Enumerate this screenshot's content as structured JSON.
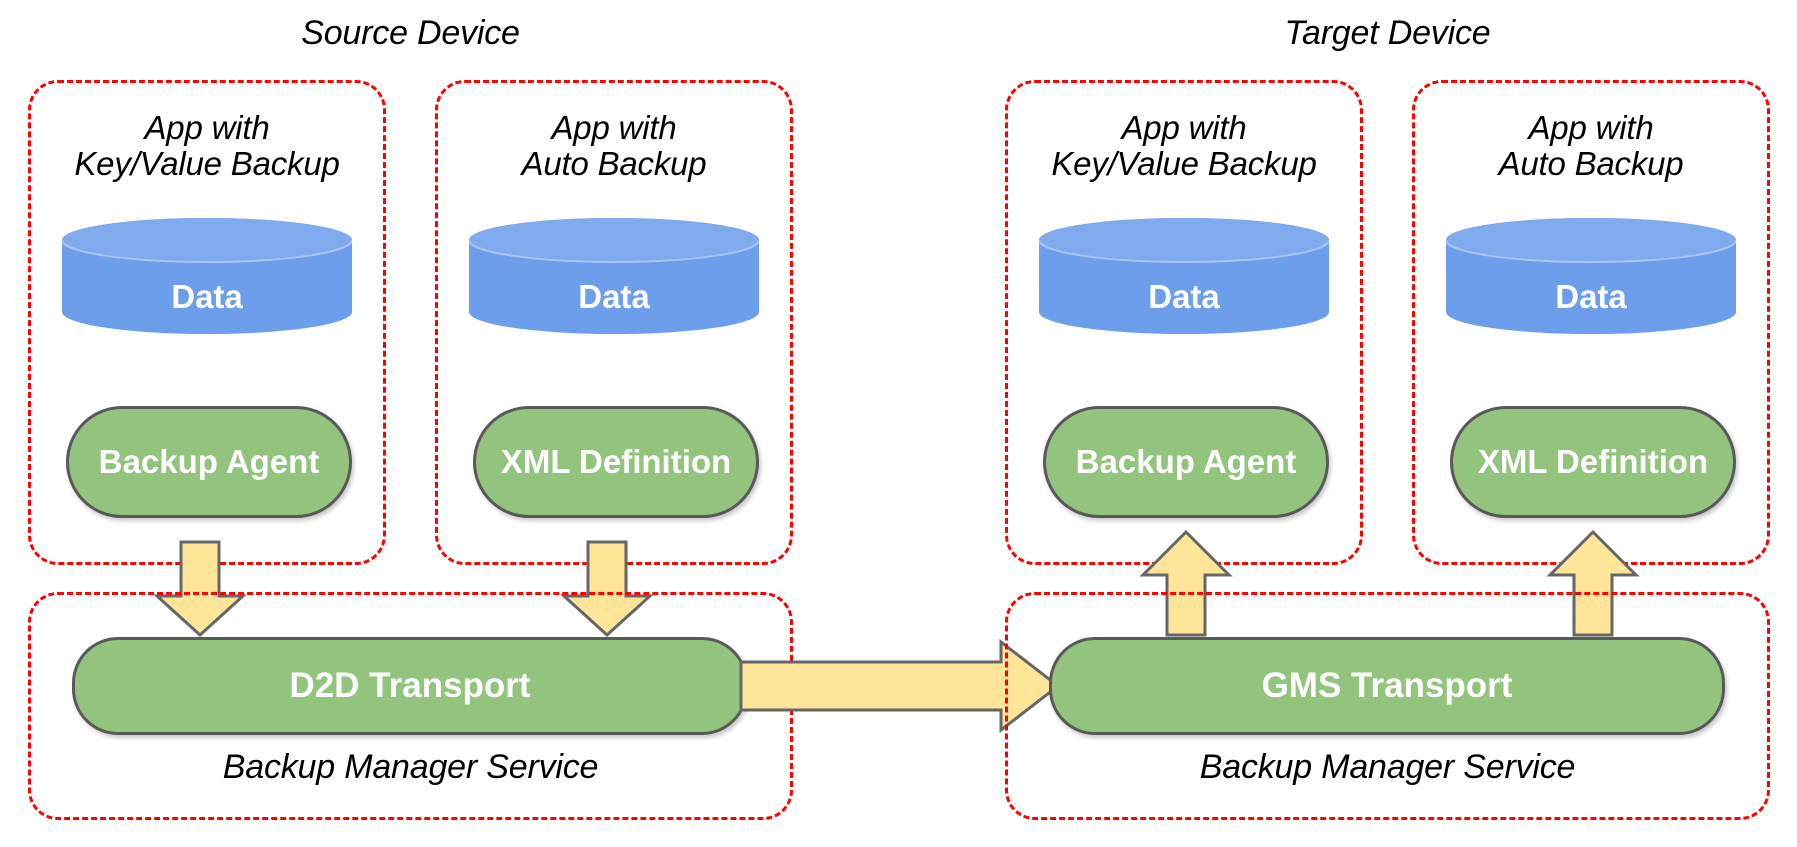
{
  "diagram": {
    "title_source": "Source Device",
    "title_target": "Target Device",
    "colors": {
      "dashed_border": "#FF0000",
      "cylinder_fill": "#6D9EEB",
      "pill_fill": "#93C47D",
      "pill_border": "#595959",
      "arrow_fill": "#FFE599",
      "arrow_border": "#666666",
      "text_on_shape": "#FFFFFF",
      "text_plain": "#000000",
      "background": "#FFFFFF"
    }
  },
  "source_device": {
    "title": "Source Device",
    "apps": [
      {
        "label": "App with\nKey/Value Backup",
        "data_label": "Data",
        "component_label": "Backup Agent",
        "arrow_direction": "down"
      },
      {
        "label": "App with\nAuto Backup",
        "data_label": "Data",
        "component_label": "XML Definition",
        "arrow_direction": "down"
      }
    ],
    "service": {
      "transport_label": "D2D Transport",
      "service_label": "Backup Manager Service"
    }
  },
  "target_device": {
    "title": "Target Device",
    "apps": [
      {
        "label": "App with\nKey/Value Backup",
        "data_label": "Data",
        "component_label": "Backup Agent",
        "arrow_direction": "up"
      },
      {
        "label": "App with\nAuto Backup",
        "data_label": "Data",
        "component_label": "XML Definition",
        "arrow_direction": "up"
      }
    ],
    "service": {
      "transport_label": "GMS Transport",
      "service_label": "Backup Manager Service"
    }
  },
  "transfer_arrow": {
    "direction": "right",
    "from": "D2D Transport",
    "to": "GMS Transport"
  }
}
